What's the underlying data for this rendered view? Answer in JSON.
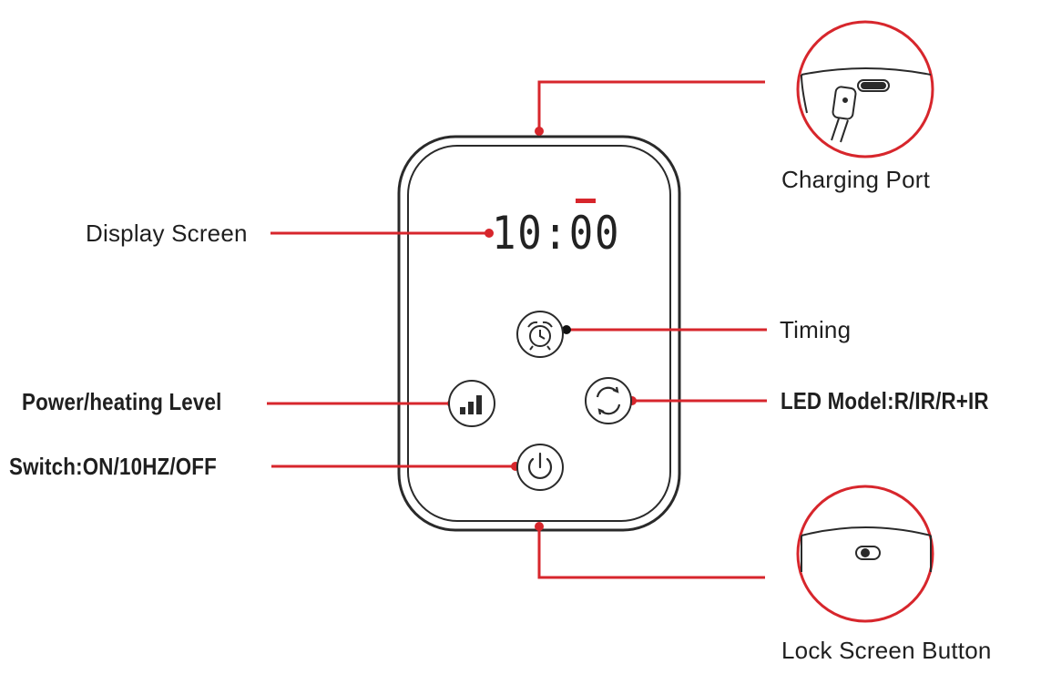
{
  "labels": {
    "display_screen": "Display Screen",
    "power_level": "Power/heating Level",
    "switch": "Switch:ON/10HZ/OFF",
    "charging_port": "Charging Port",
    "timing": "Timing",
    "led_model": "LED Model:R/IR/R+IR",
    "lock_screen": "Lock Screen Button"
  },
  "display": {
    "time": "10:00"
  },
  "icons": {
    "timing": "alarm-clock-icon",
    "power_level": "signal-bars-icon",
    "led_model": "cycle-arrows-icon",
    "switch": "power-icon",
    "charging_port": "usb-cable-icon",
    "lock_screen": "lock-slider-icon"
  },
  "colors": {
    "leader_line": "#d7262c",
    "callout_circle": "#d7262c",
    "device_outline": "#2a2a2a",
    "text": "#1f1f1f"
  }
}
